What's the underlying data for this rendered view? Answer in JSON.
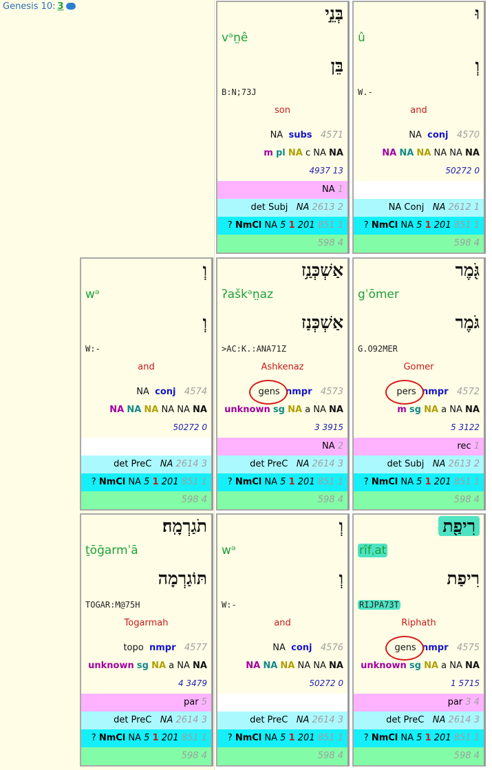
{
  "ref": {
    "book_chapter": "Genesis 10:",
    "verse": "3"
  },
  "words": [
    {
      "heb_top": "בְּנֵ֣י",
      "translit": "vᵊn̤ê",
      "heb_lex": "בֵּן",
      "code": "B:N;73J",
      "gloss": "son",
      "f1": {
        "sub": "NA",
        "sp": "subs",
        "num": "4571"
      },
      "f2": {
        "a": "m",
        "b": "pl",
        "c": "NA",
        "d": "c",
        "e": "NA",
        "f": "NA"
      },
      "stats": "4937 13",
      "pink": {
        "label": "NA",
        "num": "1"
      },
      "phrase": {
        "label": "det Subj",
        "na": "NA",
        "num": "2613",
        "n": "2"
      },
      "clause": {
        "q": "?",
        "typ": "NmCl",
        "na": "NA",
        "a": "5",
        "b": "1",
        "c": "201",
        "d": "851",
        "e": "1"
      },
      "sent": {
        "num": "598",
        "n": "4"
      }
    },
    {
      "heb_top": "וּ",
      "translit": "û",
      "heb_lex": "וְ",
      "code": "W.-",
      "gloss": "and",
      "f1": {
        "sub": "NA",
        "sp": "conj",
        "num": "4570"
      },
      "f2": {
        "a": "NA",
        "b": "NA",
        "c": "NA",
        "d": "NA",
        "e": "NA",
        "f": "NA"
      },
      "stats": "50272 0",
      "phrase": {
        "label": "NA Conj",
        "na": "NA",
        "num": "2612",
        "n": "1"
      },
      "clause": {
        "q": "?",
        "typ": "NmCl",
        "na": "NA",
        "a": "5",
        "b": "1",
        "c": "201",
        "d": "851",
        "e": "1"
      },
      "sent": {
        "num": "598",
        "n": "4"
      }
    },
    {
      "heb_top": "וְ",
      "translit": "wᵊ",
      "heb_lex": "וְ",
      "code": "W:-",
      "gloss": "and",
      "f1": {
        "sub": "NA",
        "sp": "conj",
        "num": "4574"
      },
      "f2": {
        "a": "NA",
        "b": "NA",
        "c": "NA",
        "d": "NA",
        "e": "NA",
        "f": "NA"
      },
      "stats": "50272 0",
      "phrase": {
        "label": "det PreC",
        "na": "NA",
        "num": "2614",
        "n": "3"
      },
      "clause": {
        "q": "?",
        "typ": "NmCl",
        "na": "NA",
        "a": "5",
        "b": "1",
        "c": "201",
        "d": "851",
        "e": "1"
      },
      "sent": {
        "num": "598",
        "n": "4"
      }
    },
    {
      "heb_top": "אַשְׁכְּנַ֥ז",
      "translit": "ʔaškᵊn̤az",
      "heb_lex": "אַשְׁכְּנַז",
      "code": ">AC:K.:ANA71Z",
      "gloss": "Ashkenaz",
      "f1": {
        "sub": "gens",
        "sp": "nmpr",
        "num": "4573"
      },
      "f2": {
        "a": "unknown",
        "b": "sg",
        "c": "NA",
        "d": "a",
        "e": "NA",
        "f": "NA"
      },
      "stats": "3 3915",
      "pink": {
        "label": "NA",
        "num": "2"
      },
      "phrase": {
        "label": "det PreC",
        "na": "NA",
        "num": "2614",
        "n": "3"
      },
      "clause": {
        "q": "?",
        "typ": "NmCl",
        "na": "NA",
        "a": "5",
        "b": "1",
        "c": "201",
        "d": "851",
        "e": "1"
      },
      "sent": {
        "num": "598",
        "n": "4"
      }
    },
    {
      "heb_top": "גֹּ֖מֶר",
      "translit": "gˈōmer",
      "heb_lex": "גֹּמֶר",
      "code": "G.O92MER",
      "gloss": "Gomer",
      "f1": {
        "sub": "pers",
        "sp": "nmpr",
        "num": "4572"
      },
      "f2": {
        "a": "m",
        "b": "sg",
        "c": "NA",
        "d": "a",
        "e": "NA",
        "f": "NA"
      },
      "stats": "5 3122",
      "pink": {
        "label": "rec",
        "num": "1"
      },
      "phrase": {
        "label": "det Subj",
        "na": "NA",
        "num": "2613",
        "n": "2"
      },
      "clause": {
        "q": "?",
        "typ": "NmCl",
        "na": "NA",
        "a": "5",
        "b": "1",
        "c": "201",
        "d": "851",
        "e": "1"
      },
      "sent": {
        "num": "598",
        "n": "4"
      }
    },
    {
      "heb_top": "תֹגַרְמָֽה׃",
      "translit": "ṯōḡarmˈā",
      "heb_lex": "תּוֹגַרְמָה",
      "code": "TOGAR:M@75H",
      "gloss": "Togarmah",
      "f1": {
        "sub": "topo",
        "sp": "nmpr",
        "num": "4577"
      },
      "f2": {
        "a": "unknown",
        "b": "sg",
        "c": "NA",
        "d": "a",
        "e": "NA",
        "f": "NA"
      },
      "stats": "4 3479",
      "pink": {
        "label": "par",
        "num": "5"
      },
      "phrase": {
        "label": "det PreC",
        "na": "NA",
        "num": "2614",
        "n": "3"
      },
      "clause": {
        "q": "?",
        "typ": "NmCl",
        "na": "NA",
        "a": "5",
        "b": "1",
        "c": "201",
        "d": "851",
        "e": "1"
      },
      "sent": {
        "num": "598",
        "n": "4"
      }
    },
    {
      "heb_top": "וְ",
      "translit": "wᵊ",
      "heb_lex": "וְ",
      "code": "W:-",
      "gloss": "and",
      "f1": {
        "sub": "NA",
        "sp": "conj",
        "num": "4576"
      },
      "f2": {
        "a": "NA",
        "b": "NA",
        "c": "NA",
        "d": "NA",
        "e": "NA",
        "f": "NA"
      },
      "stats": "50272 0",
      "phrase": {
        "label": "det PreC",
        "na": "NA",
        "num": "2614",
        "n": "3"
      },
      "clause": {
        "q": "?",
        "typ": "NmCl",
        "na": "NA",
        "a": "5",
        "b": "1",
        "c": "201",
        "d": "851",
        "e": "1"
      },
      "sent": {
        "num": "598",
        "n": "4"
      }
    },
    {
      "heb_top": "רִיפַ֖ת",
      "translit": "rîfˌat",
      "heb_lex": "רִיפַת",
      "code": "RIJPA73T",
      "gloss": "Riphath",
      "f1": {
        "sub": "gens",
        "sp": "nmpr",
        "num": "4575"
      },
      "f2": {
        "a": "unknown",
        "b": "sg",
        "c": "NA",
        "d": "a",
        "e": "NA",
        "f": "NA"
      },
      "stats": "1 5715",
      "pink": {
        "label": "par",
        "num": "3 4"
      },
      "phrase": {
        "label": "det PreC",
        "na": "NA",
        "num": "2614",
        "n": "3"
      },
      "clause": {
        "q": "?",
        "typ": "NmCl",
        "na": "NA",
        "a": "5",
        "b": "1",
        "c": "201",
        "d": "851",
        "e": "1"
      },
      "sent": {
        "num": "598",
        "n": "4"
      }
    }
  ]
}
